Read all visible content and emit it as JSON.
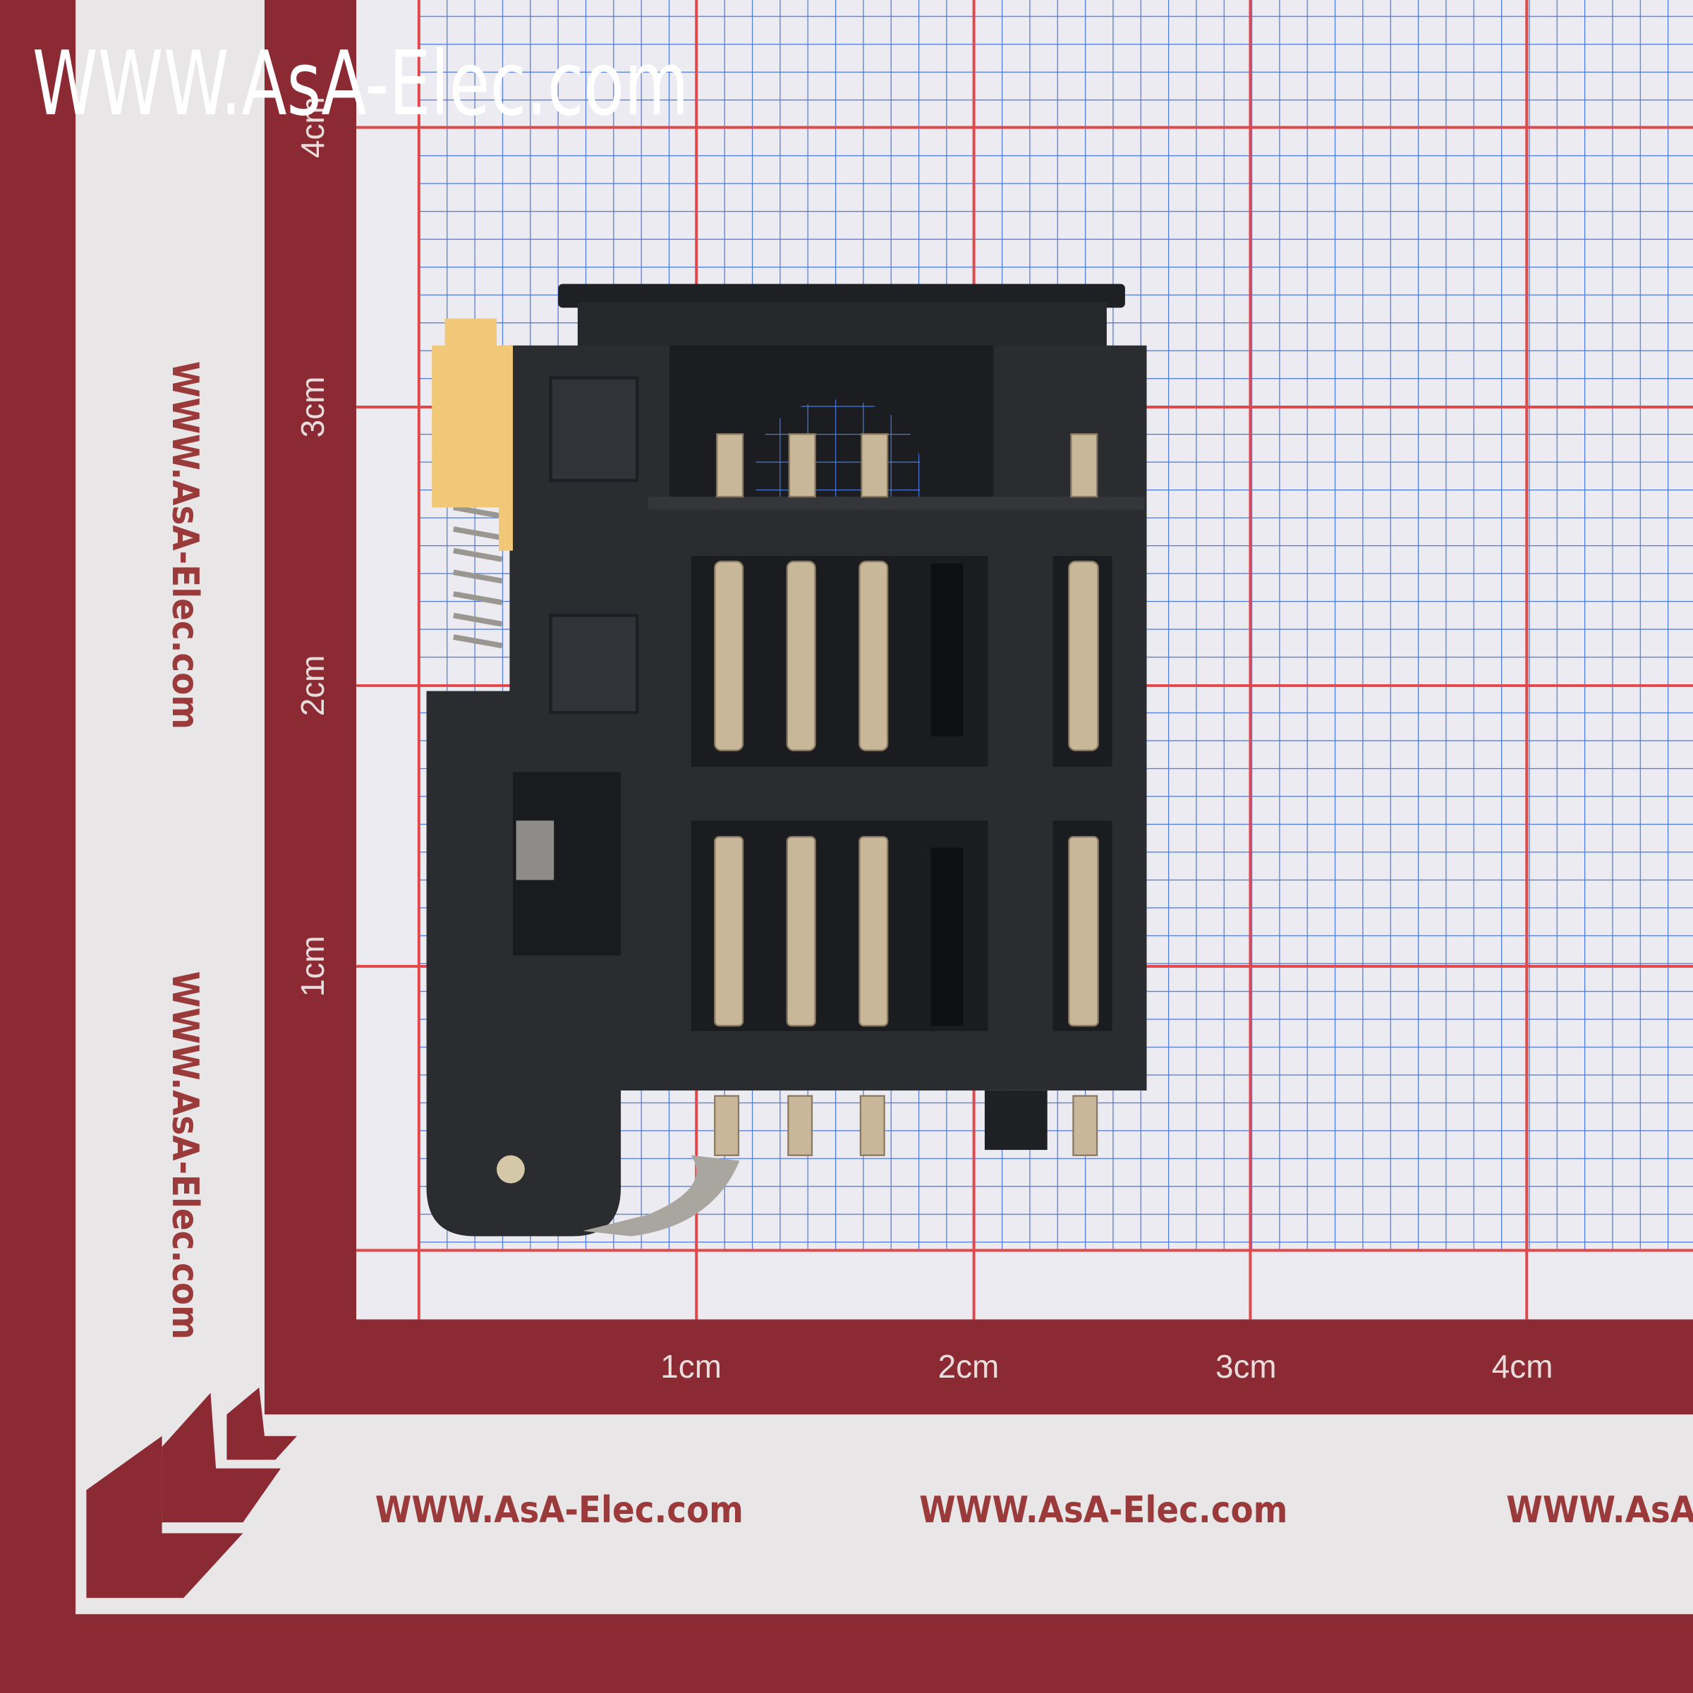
{
  "watermark": "WWW.AsA-Elec.com",
  "side_watermarks": [
    "WWW.AsA-Elec.com",
    "WWW.AsA-Elec.com"
  ],
  "bottom_watermarks": [
    "WWW.AsA-Elec.com",
    "WWW.AsA-Elec.com",
    "WWW.AsA-Eh"
  ],
  "x_ruler_labels": [
    "1cm",
    "2cm",
    "3cm",
    "4cm"
  ],
  "y_ruler_labels": [
    "1cm",
    "2cm",
    "3cm",
    "4cm"
  ],
  "colors": {
    "frame": "#8c2a34",
    "grid_major": "#e0484a",
    "grid_minor": "#4a78d8",
    "paper": "#ecebf2",
    "body": "#2a2b2e",
    "contact": "#c9b79a",
    "slider": "#f0c878"
  }
}
